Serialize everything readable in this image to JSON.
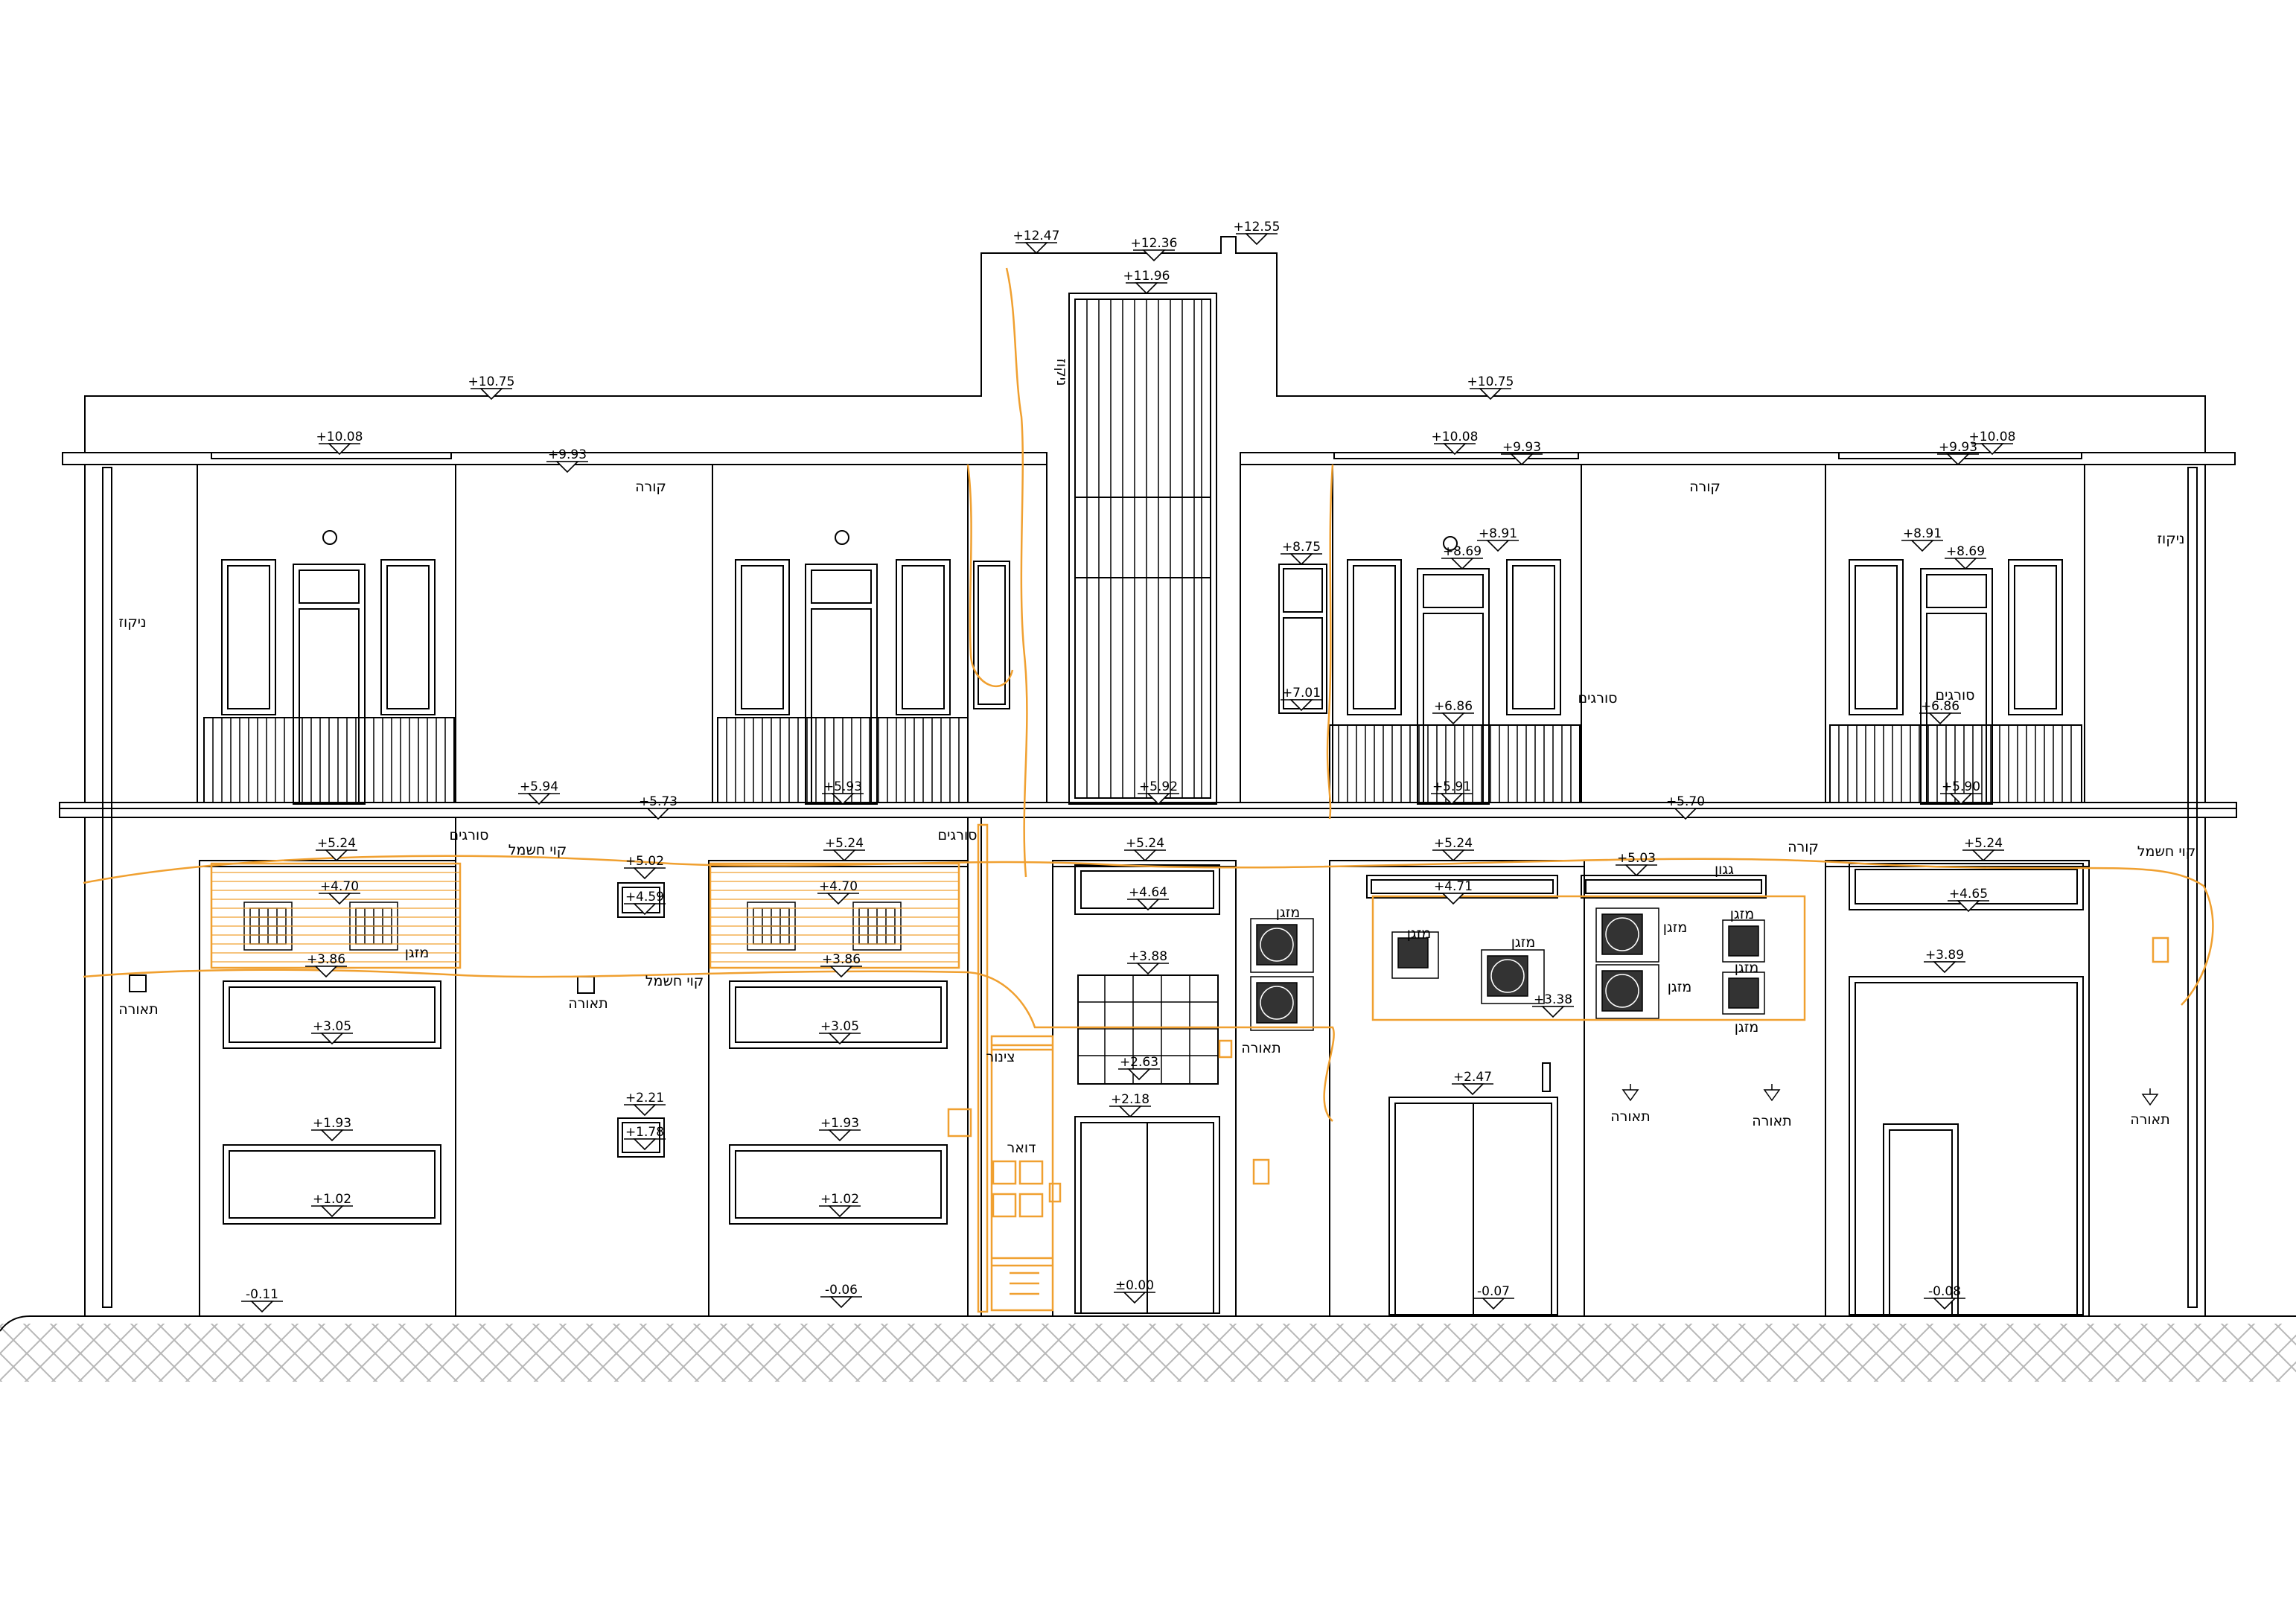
{
  "elevations": {
    "e1247": "+12.47",
    "e1236": "+12.36",
    "e1255": "+12.55",
    "e1196": "+11.96",
    "e1075_left": "+10.75",
    "e1075_right": "+10.75",
    "e1008_a": "+10.08",
    "e993_a": "+9.93",
    "e1008_b": "+10.08",
    "e993_b": "+9.93",
    "e993_c": "+9.93",
    "e1008_c": "+10.08",
    "e891_a": "+8.91",
    "e869_a": "+8.69",
    "e891_b": "+8.91",
    "e869_b": "+8.69",
    "e875": "+8.75",
    "e701": "+7.01",
    "e686_a": "+6.86",
    "e686_b": "+6.86",
    "e594": "+5.94",
    "e573": "+5.73",
    "e593": "+5.93",
    "e592": "+5.92",
    "e591": "+5.91",
    "e570": "+5.70",
    "e590": "+5.90",
    "e524_a": "+5.24",
    "e524_b": "+5.24",
    "e524_c": "+5.24",
    "e524_d": "+5.24",
    "e524_e": "+5.24",
    "e502": "+5.02",
    "e503": "+5.03",
    "e470_a": "+4.70",
    "e470_b": "+4.70",
    "e471": "+4.71",
    "e464": "+4.64",
    "e465": "+4.65",
    "e459": "+4.59",
    "e386_a": "+3.86",
    "e386_b": "+3.86",
    "e388": "+3.88",
    "e389": "+3.89",
    "e338": "+3.38",
    "e305_a": "+3.05",
    "e305_b": "+3.05",
    "e263": "+2.63",
    "e247": "+2.47",
    "e221": "+2.21",
    "e218": "+2.18",
    "e193_a": "+1.93",
    "e193_b": "+1.93",
    "e178": "+1.78",
    "e102_a": "+1.02",
    "e102_b": "+1.02",
    "e011": "-0.11",
    "e006": "-0.06",
    "e000": "±0.00",
    "e007": "-0.07",
    "e008": "-0.08"
  },
  "labels": {
    "nikuz_top": "ניקוז",
    "nikuz_left": "ניקוז",
    "nikuz_right": "ניקוז",
    "kora_1": "קורה",
    "kora_2": "קורה",
    "kora_3": "קורה",
    "soragim_1": "סורגים",
    "soragim_2": "סורגים",
    "soragim_3": "סורגים",
    "soragim_4": "סורגים",
    "kav_hashmal_1": "קוי חשמל",
    "kav_hashmal_2": "קוי חשמל",
    "kav_hashmal_3": "קוי חשמל",
    "teura_1": "תאורה",
    "teura_2": "תאורה",
    "teura_3": "תאורה",
    "teura_4": "תאורה",
    "teura_5": "תאורה",
    "teura_6": "תאורה",
    "mazgan_1": "מזגן",
    "mazgan_2": "מזגן",
    "mazgan_3": "מזגן",
    "mazgan_4": "מזגן",
    "mazgan_5": "מזגן",
    "mazgan_6": "מזגן",
    "mazgan_7": "מזגן",
    "mazgan_8": "מזגן",
    "mazgan_9": "מזגן",
    "gagon": "גגון",
    "tzinor": "צינור",
    "doar": "דואר"
  },
  "colors": {
    "line": "#000000",
    "overlay": "#f0a030",
    "ground": "#b8b8b8"
  }
}
